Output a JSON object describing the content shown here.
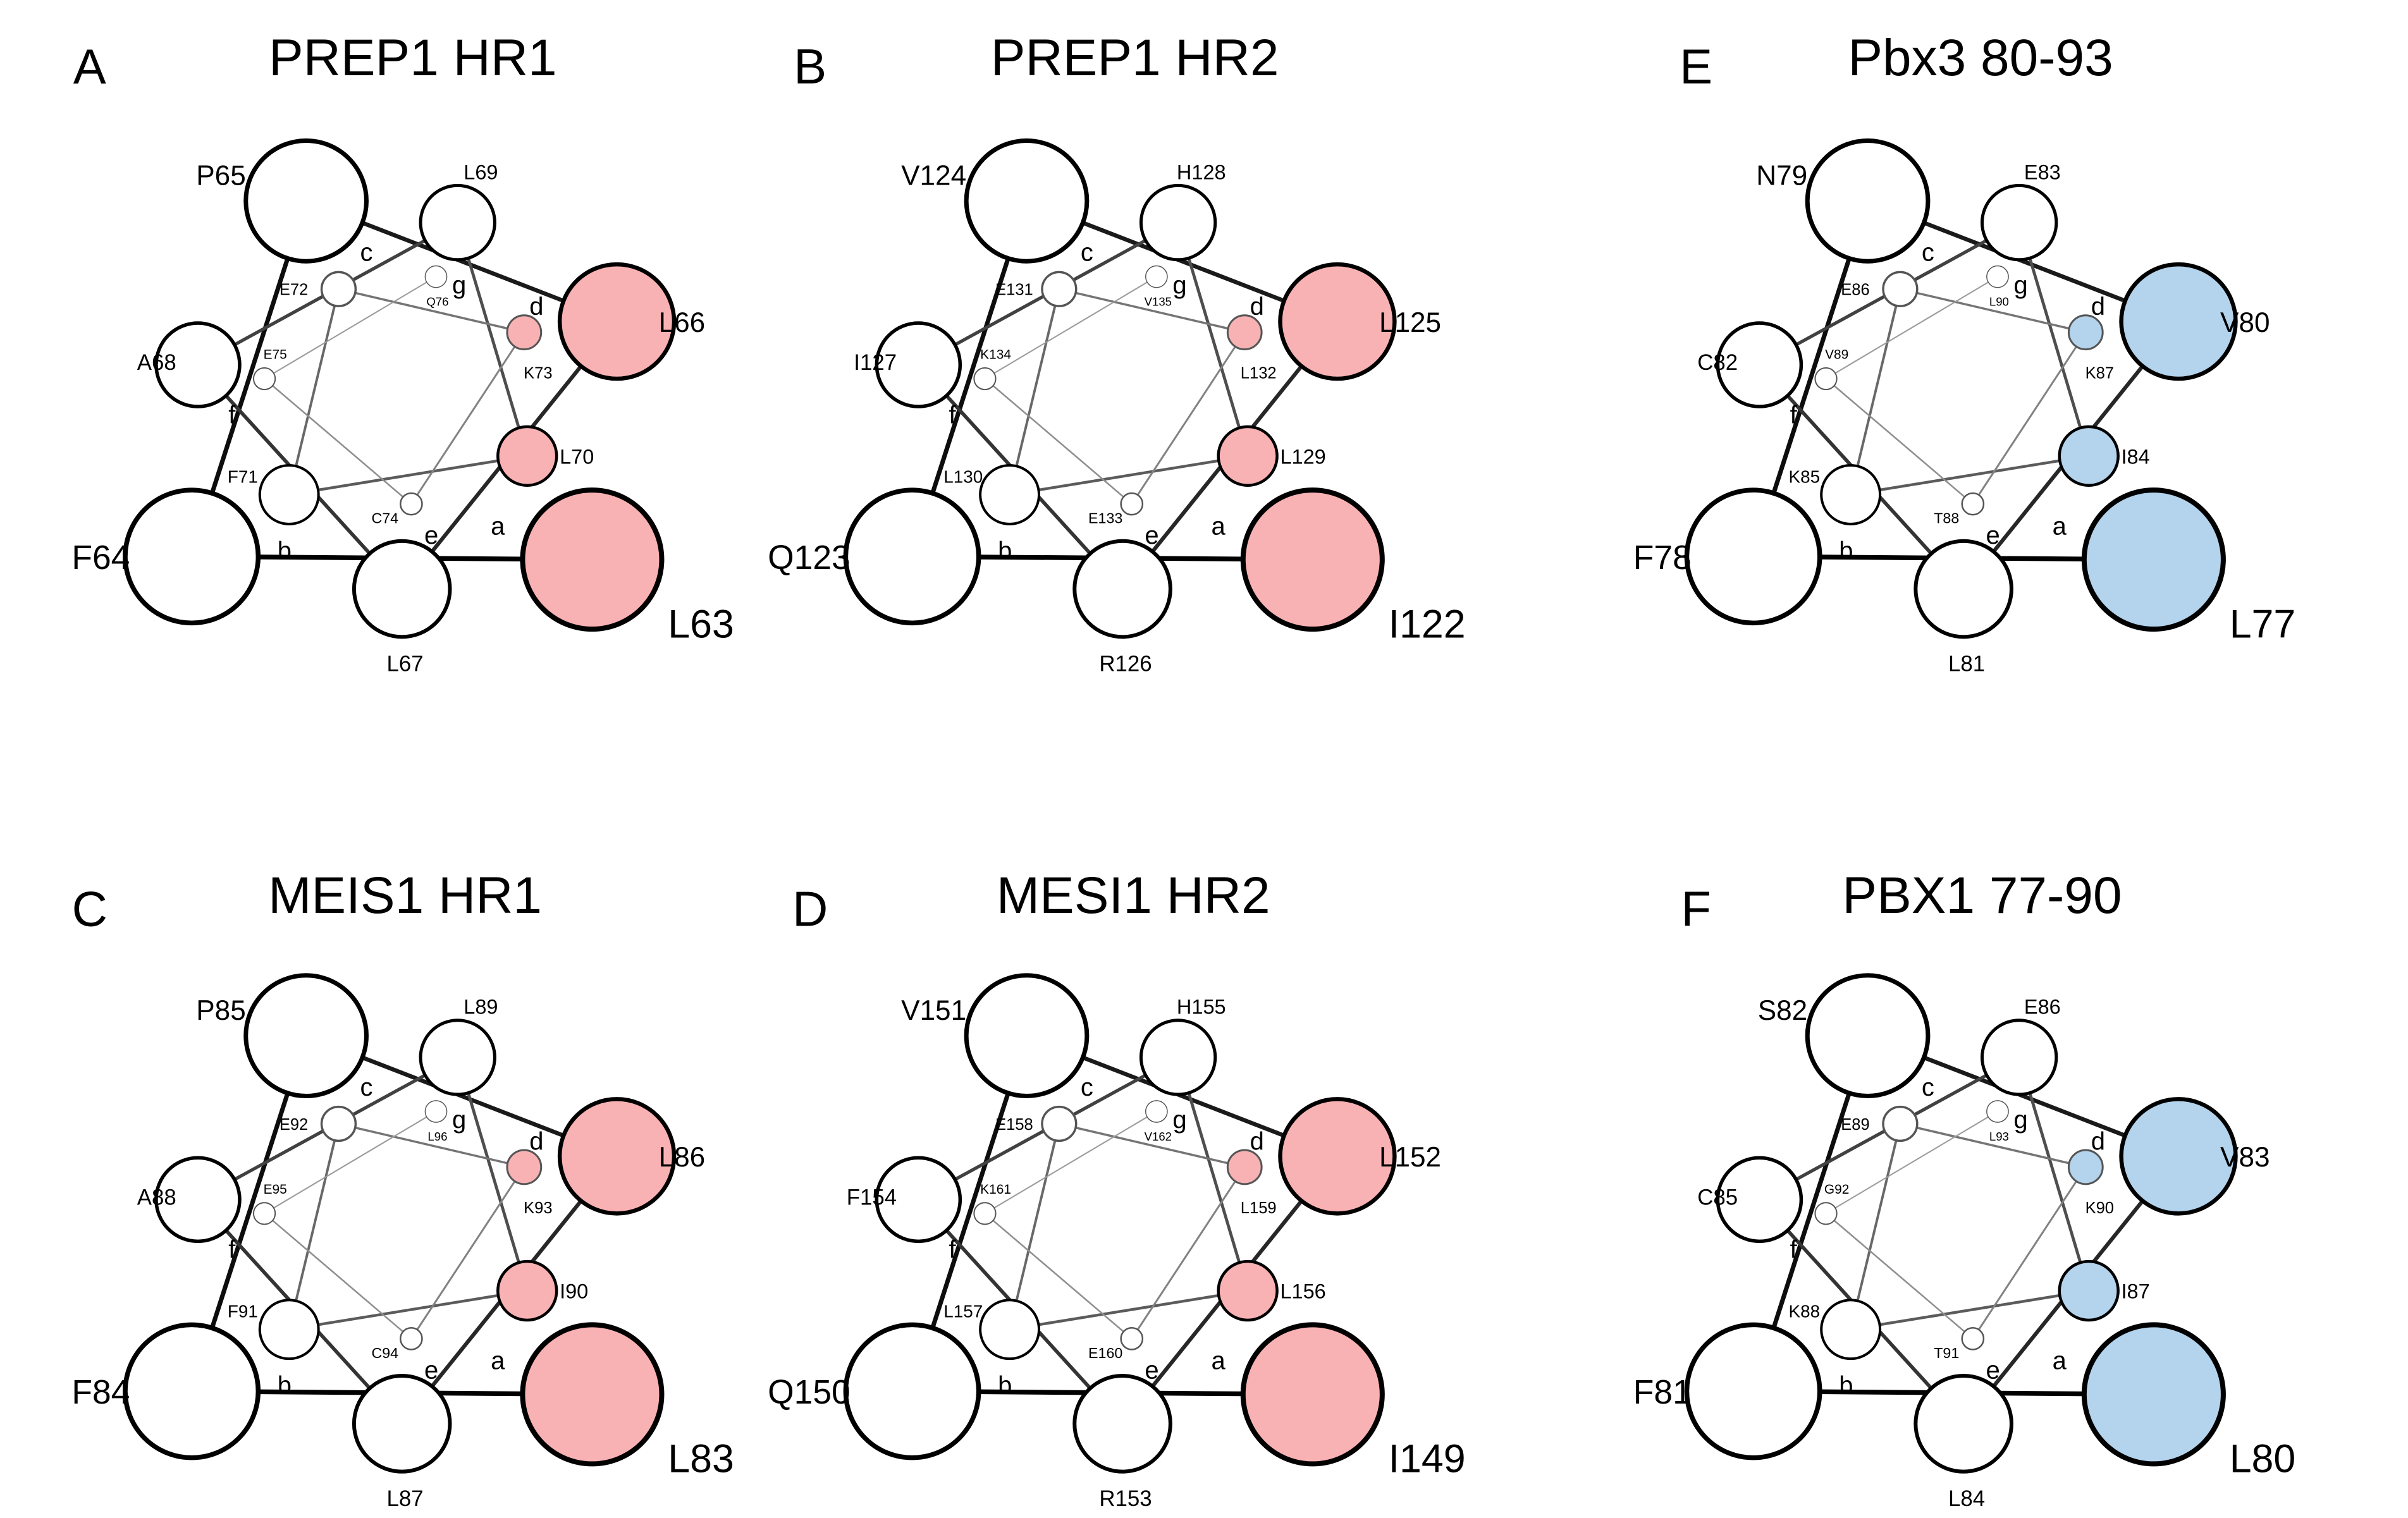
{
  "colors": {
    "red": "#f9b2b4",
    "blue": "#b4d3ec",
    "white": "#ffffff",
    "stroke": "#000000"
  },
  "panels": [
    {
      "letter": "A",
      "title": "PREP1 HR1",
      "highlight": "red",
      "residues": [
        "L63",
        "F64",
        "P65",
        "L66",
        "L67",
        "A68",
        "L69",
        "L70",
        "F71",
        "E72",
        "K73",
        "C74",
        "E75",
        "Q76"
      ],
      "positions": [
        "a",
        "b",
        "c",
        "d",
        "e",
        "f",
        "g"
      ]
    },
    {
      "letter": "B",
      "title": "PREP1 HR2",
      "highlight": "red",
      "residues": [
        "I122",
        "Q123",
        "V124",
        "L125",
        "R126",
        "I127",
        "H128",
        "L129",
        "L130",
        "E131",
        "L132",
        "E133",
        "K134",
        "V135"
      ],
      "positions": [
        "a",
        "b",
        "c",
        "d",
        "e",
        "f",
        "g"
      ]
    },
    {
      "letter": "E",
      "title": "Pbx3 80-93",
      "highlight": "blue",
      "residues": [
        "L77",
        "F78",
        "N79",
        "V80",
        "L81",
        "C82",
        "E83",
        "I84",
        "K85",
        "E86",
        "K87",
        "T88",
        "V89",
        "L90"
      ],
      "positions": [
        "a",
        "b",
        "c",
        "d",
        "e",
        "f",
        "g"
      ]
    },
    {
      "letter": "C",
      "title": "MEIS1 HR1",
      "highlight": "red",
      "residues": [
        "L83",
        "F84",
        "P85",
        "L86",
        "L87",
        "A88",
        "L89",
        "I90",
        "F91",
        "E92",
        "K93",
        "C94",
        "E95",
        "L96"
      ],
      "positions": [
        "a",
        "b",
        "c",
        "d",
        "e",
        "f",
        "g"
      ]
    },
    {
      "letter": "D",
      "title": "MESI1 HR2",
      "highlight": "red",
      "residues": [
        "I149",
        "Q150",
        "V151",
        "L152",
        "R153",
        "F154",
        "H155",
        "L156",
        "L157",
        "E158",
        "L159",
        "E160",
        "K161",
        "V162"
      ],
      "positions": [
        "a",
        "b",
        "c",
        "d",
        "e",
        "f",
        "g"
      ]
    },
    {
      "letter": "F",
      "title": "PBX1 77-90",
      "highlight": "blue",
      "residues": [
        "L80",
        "F81",
        "S82",
        "V83",
        "L84",
        "C85",
        "E86",
        "I87",
        "K88",
        "E89",
        "K90",
        "T91",
        "G92",
        "L93"
      ],
      "positions": [
        "a",
        "b",
        "c",
        "d",
        "e",
        "f",
        "g"
      ]
    }
  ]
}
